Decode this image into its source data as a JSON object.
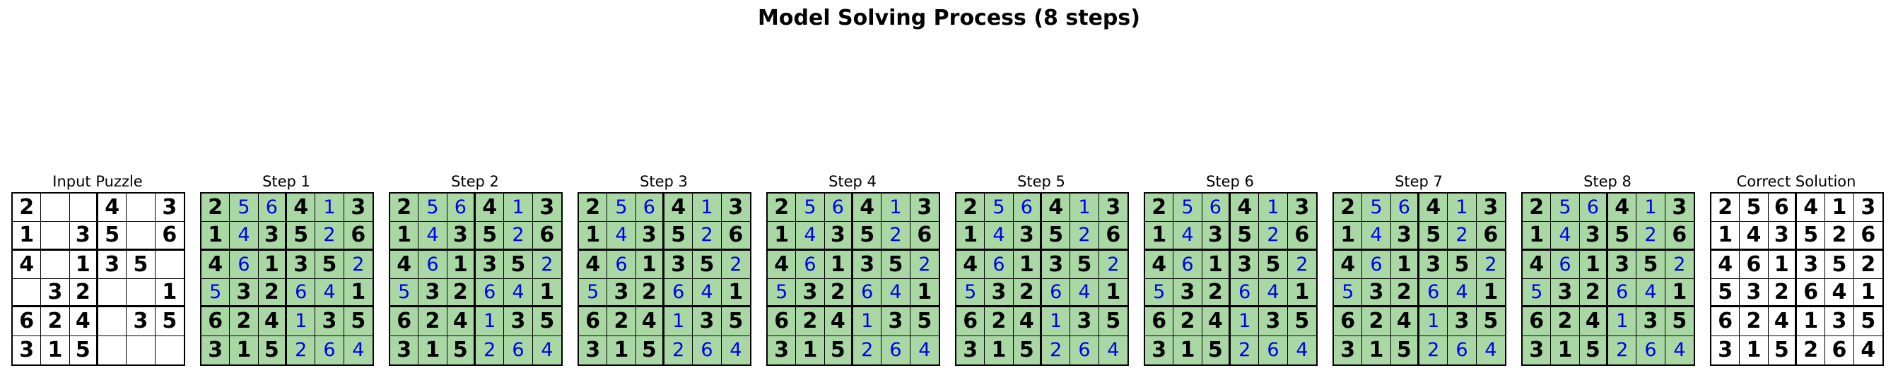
{
  "title": "Model Solving Process (8 steps)",
  "panels": [
    {
      "title": "Input Puzzle",
      "type": "input"
    },
    {
      "title": "Step 1",
      "type": "step"
    },
    {
      "title": "Step 2",
      "type": "step"
    },
    {
      "title": "Step 3",
      "type": "step"
    },
    {
      "title": "Step 4",
      "type": "step"
    },
    {
      "title": "Step 5",
      "type": "step"
    },
    {
      "title": "Step 6",
      "type": "step"
    },
    {
      "title": "Step 7",
      "type": "step"
    },
    {
      "title": "Step 8",
      "type": "step"
    },
    {
      "title": "Correct Solution",
      "type": "solution"
    }
  ],
  "input_grid": [
    [
      "2",
      "",
      "",
      "4",
      "",
      "3"
    ],
    [
      "1",
      "",
      "3",
      "5",
      "",
      "6"
    ],
    [
      "4",
      "",
      "1",
      "3",
      "5",
      ""
    ],
    [
      "",
      "3",
      "2",
      "",
      "",
      "1"
    ],
    [
      "6",
      "2",
      "4",
      "",
      "3",
      "5"
    ],
    [
      "3",
      "1",
      "5",
      "",
      "",
      ""
    ]
  ],
  "solution_grid": [
    [
      "2",
      "5",
      "6",
      "4",
      "1",
      "3"
    ],
    [
      "1",
      "4",
      "3",
      "5",
      "2",
      "6"
    ],
    [
      "4",
      "6",
      "1",
      "3",
      "5",
      "2"
    ],
    [
      "5",
      "3",
      "2",
      "6",
      "4",
      "1"
    ],
    [
      "6",
      "2",
      "4",
      "1",
      "3",
      "5"
    ],
    [
      "3",
      "1",
      "5",
      "2",
      "6",
      "4"
    ]
  ],
  "colors": {
    "given": "#000000",
    "filled": "#0000ee",
    "step_background": "#a9d8a5"
  }
}
